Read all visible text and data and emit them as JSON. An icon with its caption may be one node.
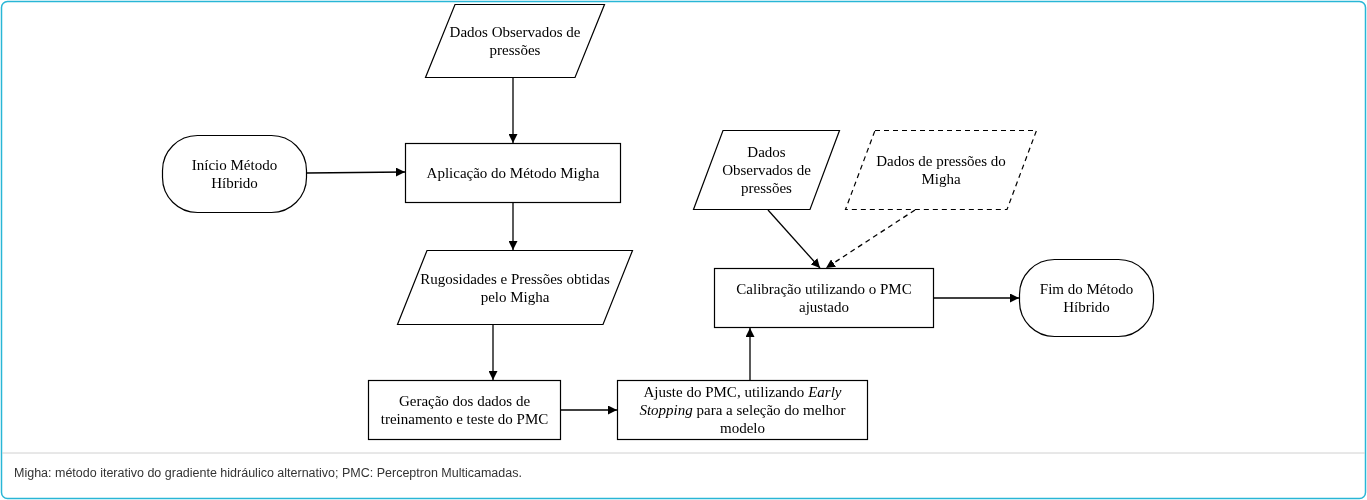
{
  "diagram": {
    "caption": "Migha: método iterativo do gradiente hidráulico alternativo; PMC: Perceptron Multicamadas.",
    "nodes": [
      {
        "text": [
          "Dados Observados de pressões"
        ]
      },
      {
        "text": [
          "Início Método Híbrido"
        ]
      },
      {
        "text": [
          "Aplicação do Método Migha"
        ]
      },
      {
        "text": [
          "Rugosidades e Pressões obtidas pelo Migha"
        ]
      },
      {
        "text": [
          "Geração dos dados de treinamento e teste do PMC"
        ]
      },
      {
        "text": [
          "Ajuste do PMC, utilizando *Early Stopping* para a seleção do melhor modelo"
        ]
      },
      {
        "text": [
          "Dados Observados de pressões"
        ]
      },
      {
        "text": [
          "Dados  de pressões do Migha"
        ]
      },
      {
        "text": [
          "Calibração utilizando o PMC ajustado"
        ]
      },
      {
        "text": [
          "Fim do Método Híbrido"
        ]
      }
    ],
    "edges": [
      {
        "from": 0,
        "to": 2,
        "arrow": "to"
      },
      {
        "from": 1,
        "to": 2,
        "arrow": "to"
      },
      {
        "from": 2,
        "to": 3,
        "arrow": "to"
      },
      {
        "from": 3,
        "to": 4,
        "arrow": "to"
      },
      {
        "from": 4,
        "to": 5,
        "arrow": "to"
      },
      {
        "from": 5,
        "to": 8,
        "arrow": "to"
      },
      {
        "from": 6,
        "to": 8,
        "arrow": "to"
      },
      {
        "from": 7,
        "to": 8,
        "arrow": "to",
        "style": "dashed"
      },
      {
        "from": 8,
        "to": 9,
        "arrow": "to"
      }
    ]
  }
}
